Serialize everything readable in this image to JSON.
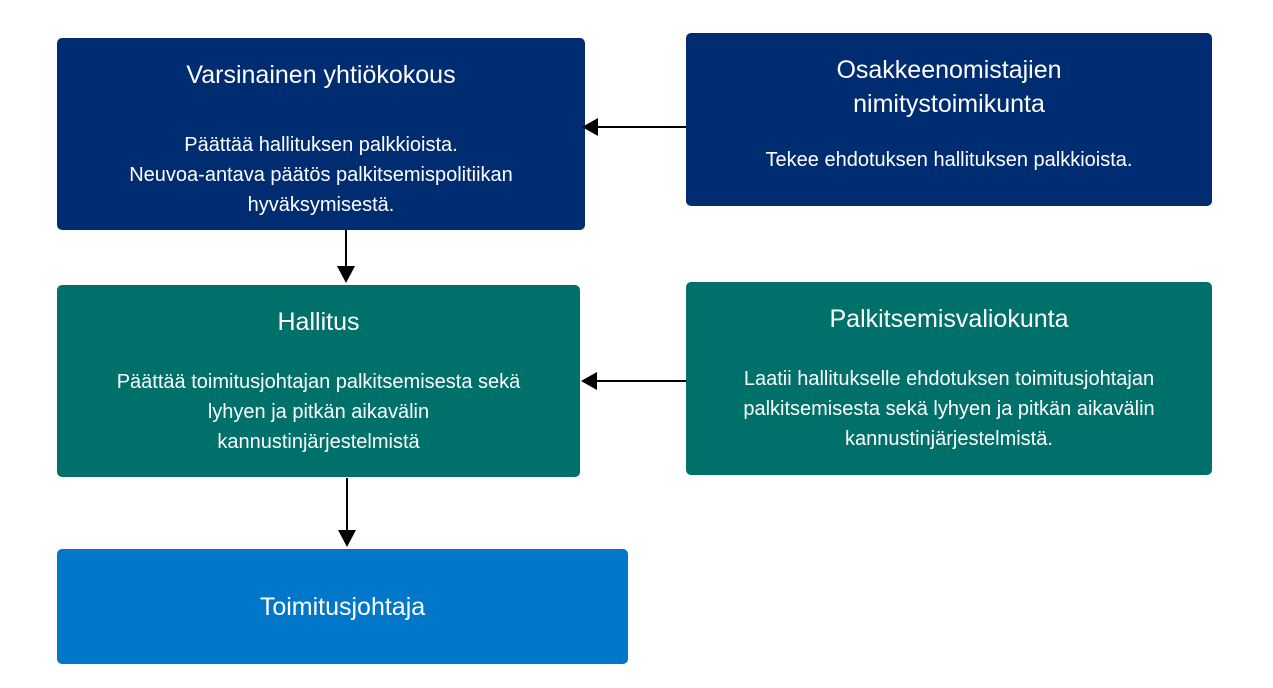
{
  "diagram": {
    "colors": {
      "navy": "#002D72",
      "teal": "#00706A",
      "blue": "#0077C8",
      "text_on_box": "#FFFFFF",
      "arrow": "#000000",
      "background": "#FFFFFF"
    },
    "boxes": [
      {
        "id": "varsinainen-yhtiokokous",
        "title_lines": [
          "Varsinainen yhtiökokous"
        ],
        "body_lines": [
          "Päättää hallituksen palkkioista.",
          "Neuvoa-antava päätös palkitsemispolitiikan",
          "hyväksymisestä."
        ]
      },
      {
        "id": "osakkeenomistajien-nimitystoimikunta",
        "title_lines": [
          "Osakkeenomistajien",
          "nimitystoimikunta"
        ],
        "body_lines": [
          "Tekee ehdotuksen hallituksen palkkioista."
        ]
      },
      {
        "id": "hallitus",
        "title_lines": [
          "Hallitus"
        ],
        "body_lines": [
          "Päättää toimitusjohtajan palkitsemisesta sekä",
          "lyhyen ja pitkän aikavälin",
          "kannustinjärjestelmistä"
        ]
      },
      {
        "id": "palkitsemisvaliokunta",
        "title_lines": [
          "Palkitsemisvaliokunta"
        ],
        "body_lines": [
          "Laatii hallitukselle ehdotuksen toimitusjohtajan",
          "palkitsemisesta sekä lyhyen ja pitkän aikavälin",
          "kannustinjärjestelmistä."
        ]
      },
      {
        "id": "toimitusjohtaja",
        "title_lines": [
          "Toimitusjohtaja"
        ],
        "body_lines": []
      }
    ],
    "arrows": [
      {
        "id": "nimitystoimikunta-to-yhtiokokous",
        "direction": "left"
      },
      {
        "id": "yhtiokokous-to-hallitus",
        "direction": "down"
      },
      {
        "id": "palkitsemisvaliokunta-to-hallitus",
        "direction": "left"
      },
      {
        "id": "hallitus-to-toimitusjohtaja",
        "direction": "down"
      }
    ]
  }
}
